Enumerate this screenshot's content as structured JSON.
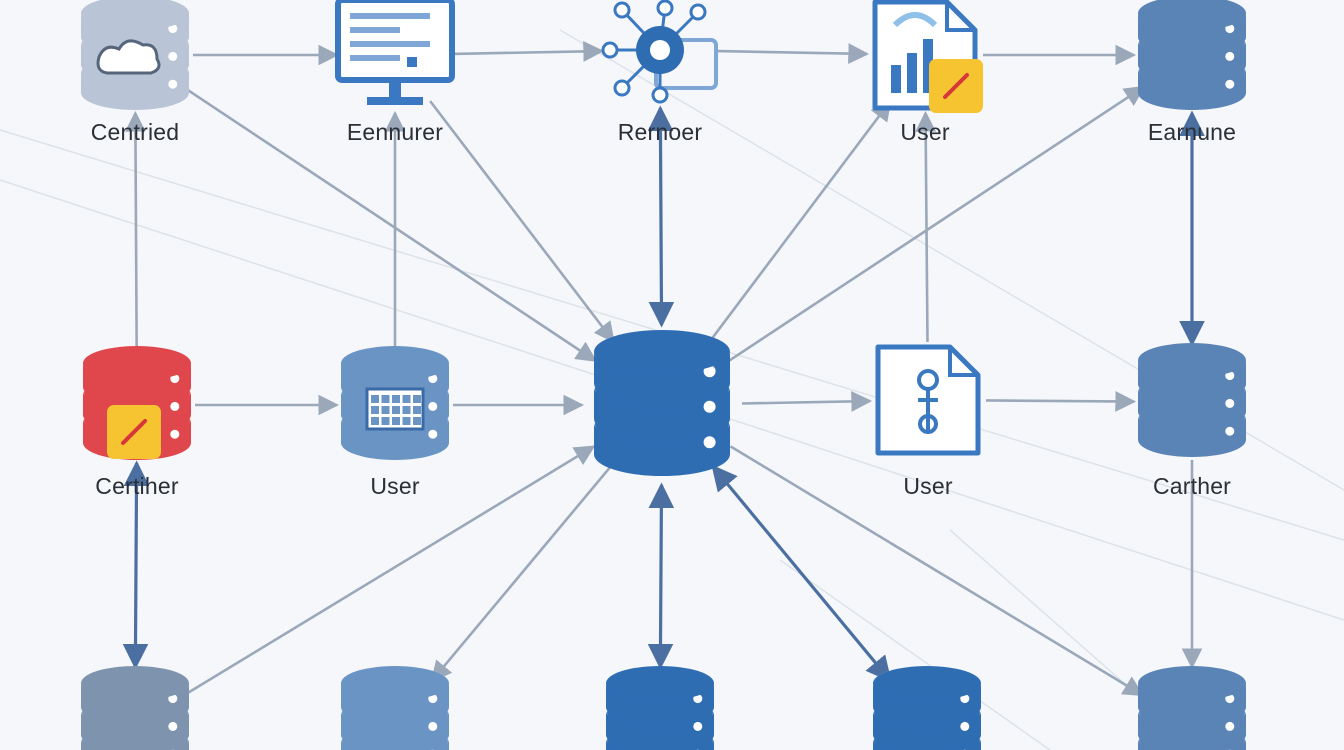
{
  "nodes": [
    {
      "id": "n1",
      "label": "Centried",
      "kind": "db",
      "color": "#b9c5d6",
      "badge": "cloud"
    },
    {
      "id": "n2",
      "label": "Eennurer",
      "kind": "monitor",
      "color": "#3a78c2"
    },
    {
      "id": "n3",
      "label": "Rernoer",
      "kind": "network",
      "color": "#3a78c2"
    },
    {
      "id": "n4",
      "label": "User",
      "kind": "doc-chart",
      "color": "#3a78c2"
    },
    {
      "id": "n5",
      "label": "Earnune",
      "kind": "db",
      "color": "#5a84b6"
    },
    {
      "id": "n6",
      "label": "Certiher",
      "kind": "db",
      "color": "#e0474c",
      "badge": "pencil"
    },
    {
      "id": "n7",
      "label": "User",
      "kind": "db",
      "color": "#6a94c4",
      "badge": "grid"
    },
    {
      "id": "n8",
      "label": "",
      "kind": "db",
      "color": "#2f6db3"
    },
    {
      "id": "n9",
      "label": "User",
      "kind": "doc-key",
      "color": "#3a78c2"
    },
    {
      "id": "n10",
      "label": "Carther",
      "kind": "db",
      "color": "#5a84b6"
    },
    {
      "id": "n11",
      "label": "",
      "kind": "db",
      "color": "#7e94ae"
    },
    {
      "id": "n12",
      "label": "",
      "kind": "db",
      "color": "#6a94c4"
    },
    {
      "id": "n13",
      "label": "",
      "kind": "db",
      "color": "#2f6db3"
    },
    {
      "id": "n14",
      "label": "",
      "kind": "db",
      "color": "#2f6db3"
    },
    {
      "id": "n15",
      "label": "",
      "kind": "db",
      "color": "#5a84b6"
    }
  ],
  "edges": [
    {
      "from": "n1",
      "to": "n2",
      "dir": "forward"
    },
    {
      "from": "n2",
      "to": "n3",
      "dir": "forward"
    },
    {
      "from": "n3",
      "to": "n4",
      "dir": "forward"
    },
    {
      "from": "n4",
      "to": "n5",
      "dir": "forward"
    },
    {
      "from": "n6",
      "to": "n7",
      "dir": "forward"
    },
    {
      "from": "n7",
      "to": "n8",
      "dir": "forward"
    },
    {
      "from": "n8",
      "to": "n9",
      "dir": "forward"
    },
    {
      "from": "n9",
      "to": "n10",
      "dir": "forward"
    },
    {
      "from": "n6",
      "to": "n1",
      "dir": "forward"
    },
    {
      "from": "n7",
      "to": "n2",
      "dir": "forward"
    },
    {
      "from": "n3",
      "to": "n8",
      "dir": "both"
    },
    {
      "from": "n9",
      "to": "n4",
      "dir": "forward"
    },
    {
      "from": "n5",
      "to": "n10",
      "dir": "both"
    },
    {
      "from": "n6",
      "to": "n11",
      "dir": "both"
    },
    {
      "from": "n8",
      "to": "n13",
      "dir": "both"
    },
    {
      "from": "n10",
      "to": "n15",
      "dir": "forward"
    },
    {
      "from": "n8",
      "to": "n14",
      "dir": "both"
    },
    {
      "from": "n1",
      "to": "n8",
      "dir": "forward"
    },
    {
      "from": "n2",
      "to": "n8",
      "dir": "forward"
    },
    {
      "from": "n8",
      "to": "n4",
      "dir": "forward"
    },
    {
      "from": "n8",
      "to": "n5",
      "dir": "forward"
    },
    {
      "from": "n8",
      "to": "n12",
      "dir": "forward"
    },
    {
      "from": "n11",
      "to": "n8",
      "dir": "forward"
    },
    {
      "from": "n8",
      "to": "n15",
      "dir": "forward"
    }
  ],
  "colors": {
    "background": "#f5f7fa",
    "arrow": "#9aa8ba",
    "arrow_strong": "#4a6fa0",
    "badge_yellow": "#f6c431",
    "badge_red": "#d8363b"
  }
}
